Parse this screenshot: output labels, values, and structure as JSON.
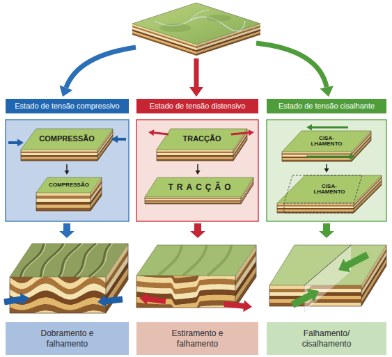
{
  "diagram": {
    "nodes": [
      {
        "text": [
          "Estado de tensão compressivo"
        ]
      },
      {
        "text": [
          "Estado de tensão distensivo"
        ]
      },
      {
        "text": [
          "Estado de tensão cisalhante"
        ]
      },
      {
        "text": [
          "Dobramento e falhamento"
        ]
      },
      {
        "text": [
          "Estiramento e falhamento"
        ]
      },
      {
        "text": [
          "Falhamento/ cisalhamento"
        ]
      }
    ],
    "labels": [
      "COMPRESSÃO",
      "COMPRESSÃO",
      "TRACÇÃO",
      "TRACÇÃO",
      "CISA- LHAMENTO",
      "CISA- LHAMENTO"
    ]
  }
}
